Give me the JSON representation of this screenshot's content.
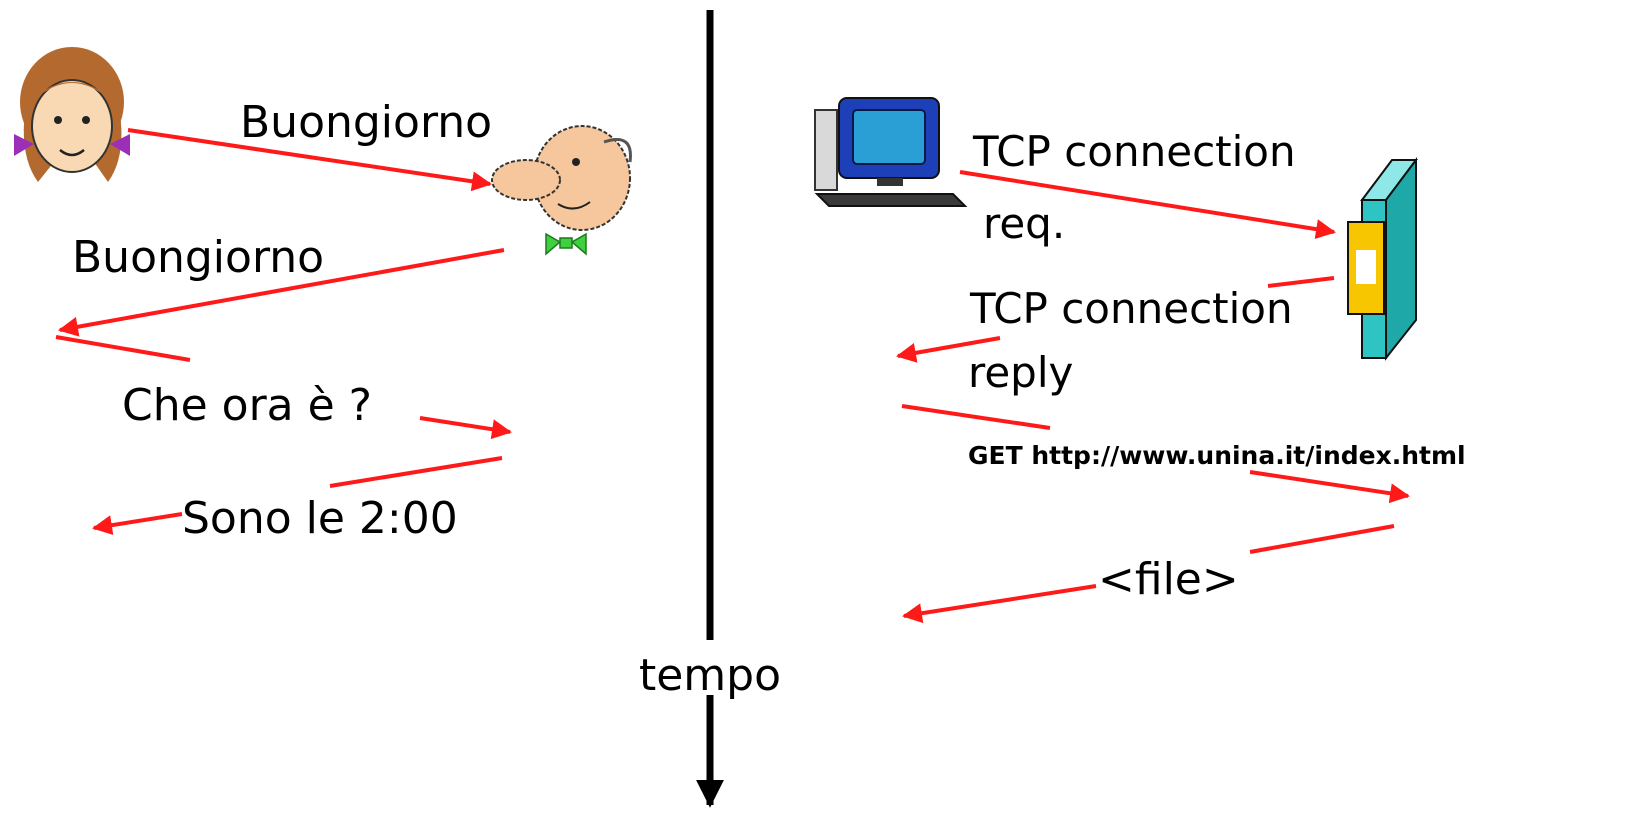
{
  "human_protocol": {
    "greeting_request": "Buongiorno",
    "greeting_reply": "Buongiorno",
    "time_question": "Che ora è ?",
    "time_answer": "Sono le 2:00"
  },
  "network_protocol": {
    "tcp_request_line1": "TCP connection",
    "tcp_request_line2": "req.",
    "tcp_reply_line1": "TCP connection",
    "tcp_reply_line2": "reply",
    "http_get": "GET http://www.unina.it/index.html",
    "file_response": "<file>"
  },
  "timeline": {
    "label": "tempo"
  },
  "icons": [
    "girl-icon",
    "man-icon",
    "computer-icon",
    "server-icon"
  ],
  "colors": {
    "message_arrow": "#ff1a1a",
    "timeline": "#000000",
    "server_body": "#2ec4c4",
    "server_drive": "#f7c600",
    "monitor_screen": "#2a9fd6"
  }
}
